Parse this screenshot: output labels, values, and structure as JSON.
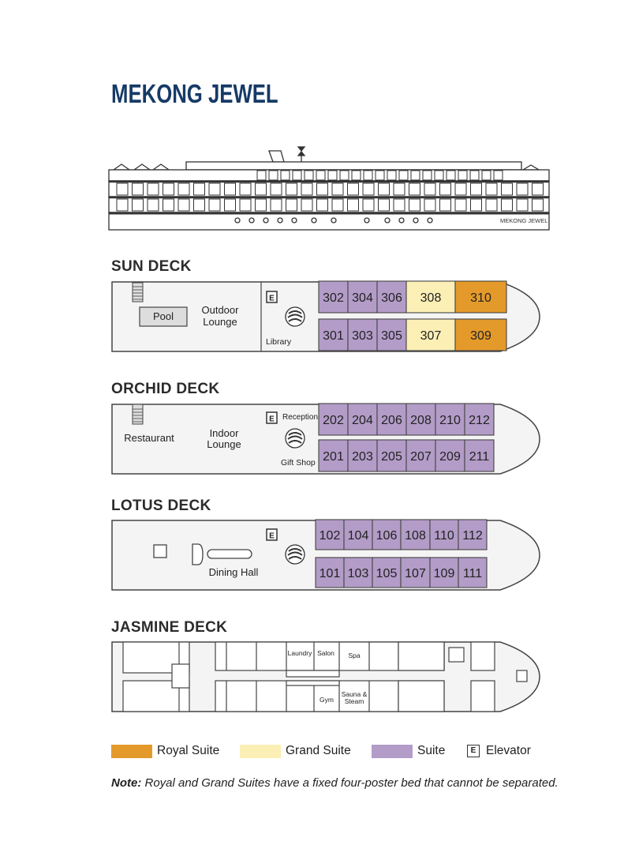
{
  "title": "MEKONG JEWEL",
  "ship_name_plate": "MEKONG JEWEL",
  "colors": {
    "royal": "#e49a2a",
    "grand": "#fbefb5",
    "suite": "#b39cc8",
    "title": "#163a66"
  },
  "sun_deck": {
    "label": "SUN DECK",
    "pool": "Pool",
    "outdoor_lounge_1": "Outdoor",
    "outdoor_lounge_2": "Lounge",
    "library": "Library",
    "elevator": "E",
    "top_cabins": [
      "302",
      "304",
      "306",
      "308",
      "310"
    ],
    "bottom_cabins": [
      "301",
      "303",
      "305",
      "307",
      "309"
    ],
    "top_types": [
      "suite",
      "suite",
      "suite",
      "grand",
      "royal"
    ],
    "bottom_types": [
      "suite",
      "suite",
      "suite",
      "grand",
      "royal"
    ]
  },
  "orchid_deck": {
    "label": "ORCHID DECK",
    "restaurant": "Restaurant",
    "indoor_lounge_1": "Indoor",
    "indoor_lounge_2": "Lounge",
    "reception": "Reception",
    "gift_shop": "Gift Shop",
    "elevator": "E",
    "top_cabins": [
      "202",
      "204",
      "206",
      "208",
      "210",
      "212"
    ],
    "bottom_cabins": [
      "201",
      "203",
      "205",
      "207",
      "209",
      "211"
    ]
  },
  "lotus_deck": {
    "label": "LOTUS DECK",
    "dining_hall": "Dining Hall",
    "elevator": "E",
    "top_cabins": [
      "102",
      "104",
      "106",
      "108",
      "110",
      "112"
    ],
    "bottom_cabins": [
      "101",
      "103",
      "105",
      "107",
      "109",
      "111"
    ]
  },
  "jasmine_deck": {
    "label": "JASMINE DECK",
    "laundry": "Laundry",
    "salon": "Salon",
    "spa": "Spa",
    "gym": "Gym",
    "sauna_1": "Sauna &",
    "sauna_2": "Steam"
  },
  "legend": {
    "royal": "Royal Suite",
    "grand": "Grand Suite",
    "suite": "Suite",
    "elevator_symbol": "E",
    "elevator": "Elevator"
  },
  "note": {
    "prefix": "Note:",
    "text": " Royal and Grand Suites have a fixed four-poster bed that cannot be separated."
  }
}
